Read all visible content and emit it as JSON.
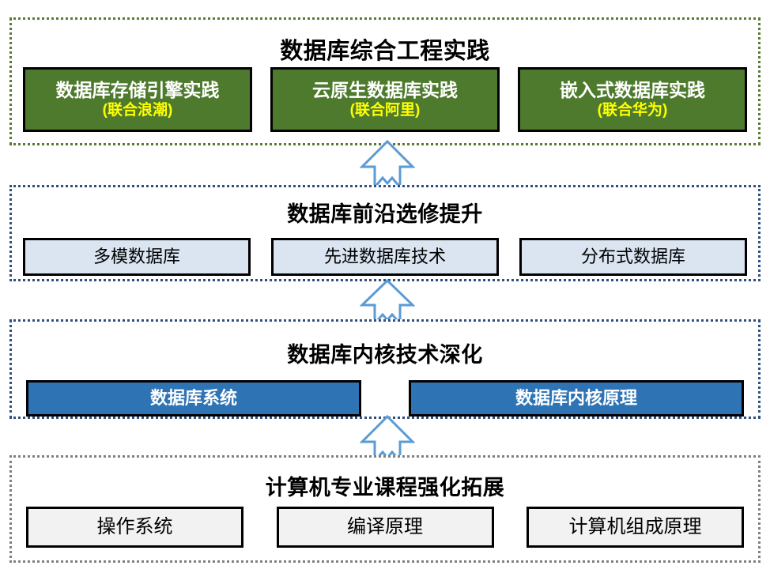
{
  "diagram": {
    "title_semantic": "database-curriculum-ladder",
    "arrow_count": 3,
    "arrow_name": "up-arrow-icon",
    "colors": {
      "tier1_border": "#5a7a33",
      "tier1_box_fill": "#4e7a2e",
      "tier1_box_text": "#ffffff",
      "tier1_box_subtext": "#ffff00",
      "tier2_border": "#2f4f7f",
      "tier2_box_fill": "#dbe5f1",
      "tier3_border": "#2f4f7f",
      "tier3_box_fill": "#2e74b5",
      "tier4_border": "#808080",
      "tier4_box_fill": "#f2f2f2",
      "arrow_stroke": "#5b9bd5",
      "arrow_fill": "#ffffff",
      "box_border": "#000000"
    },
    "tiers": [
      {
        "id": "tier1",
        "title": "数据库综合工程实践",
        "boxes": [
          {
            "main": "数据库存储引擎实践",
            "sub": "(联合浪潮)"
          },
          {
            "main": "云原生数据库实践",
            "sub": "(联合阿里)"
          },
          {
            "main": "嵌入式数据库实践",
            "sub": "(联合华为)"
          }
        ]
      },
      {
        "id": "tier2",
        "title": "数据库前沿选修提升",
        "boxes": [
          {
            "main": "多模数据库",
            "sub": ""
          },
          {
            "main": "先进数据库技术",
            "sub": ""
          },
          {
            "main": "分布式数据库",
            "sub": ""
          }
        ]
      },
      {
        "id": "tier3",
        "title": "数据库内核技术深化",
        "boxes": [
          {
            "main": "数据库系统",
            "sub": ""
          },
          {
            "main": "数据库内核原理",
            "sub": ""
          }
        ]
      },
      {
        "id": "tier4",
        "title": "计算机专业课程强化拓展",
        "boxes": [
          {
            "main": "操作系统",
            "sub": ""
          },
          {
            "main": "编译原理",
            "sub": ""
          },
          {
            "main": "计算机组成原理",
            "sub": ""
          }
        ]
      }
    ]
  }
}
